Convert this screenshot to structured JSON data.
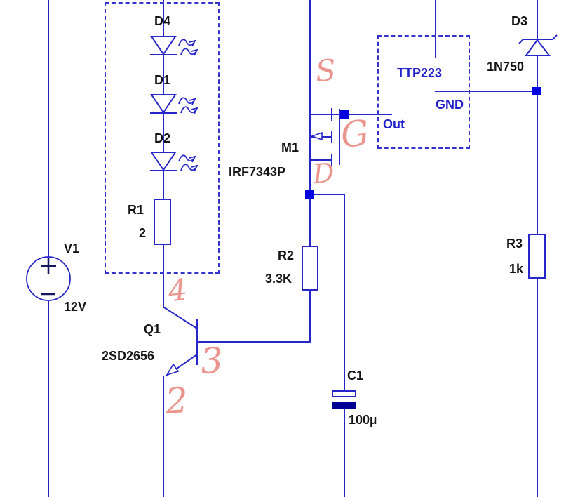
{
  "colors": {
    "wire": "#2626c9",
    "junction": "#0000e0",
    "component_text": "#141414",
    "module_text": "#2222cc",
    "annotation_red": "#e8837b",
    "background": "#ffffff"
  },
  "components": {
    "v1": {
      "ref": "V1",
      "value": "12V"
    },
    "d4": {
      "ref": "D4"
    },
    "d1": {
      "ref": "D1"
    },
    "d2": {
      "ref": "D2"
    },
    "r1": {
      "ref": "R1",
      "value": "2"
    },
    "q1": {
      "ref": "Q1",
      "value": "2SD2656"
    },
    "m1": {
      "ref": "M1",
      "value": "IRF7343P"
    },
    "r2": {
      "ref": "R2",
      "value": "3.3K"
    },
    "c1": {
      "ref": "C1",
      "value": "100µ"
    },
    "d3": {
      "ref": "D3",
      "value": "1N750"
    },
    "r3": {
      "ref": "R3",
      "value": "1k"
    },
    "ttp223": {
      "ref": "TTP223",
      "pins": {
        "gnd": "GND",
        "out": "Out"
      }
    }
  },
  "annotations": {
    "source": "S",
    "gate": "G",
    "drain": "D",
    "node4": "4",
    "node3": "3",
    "node2": "2"
  }
}
